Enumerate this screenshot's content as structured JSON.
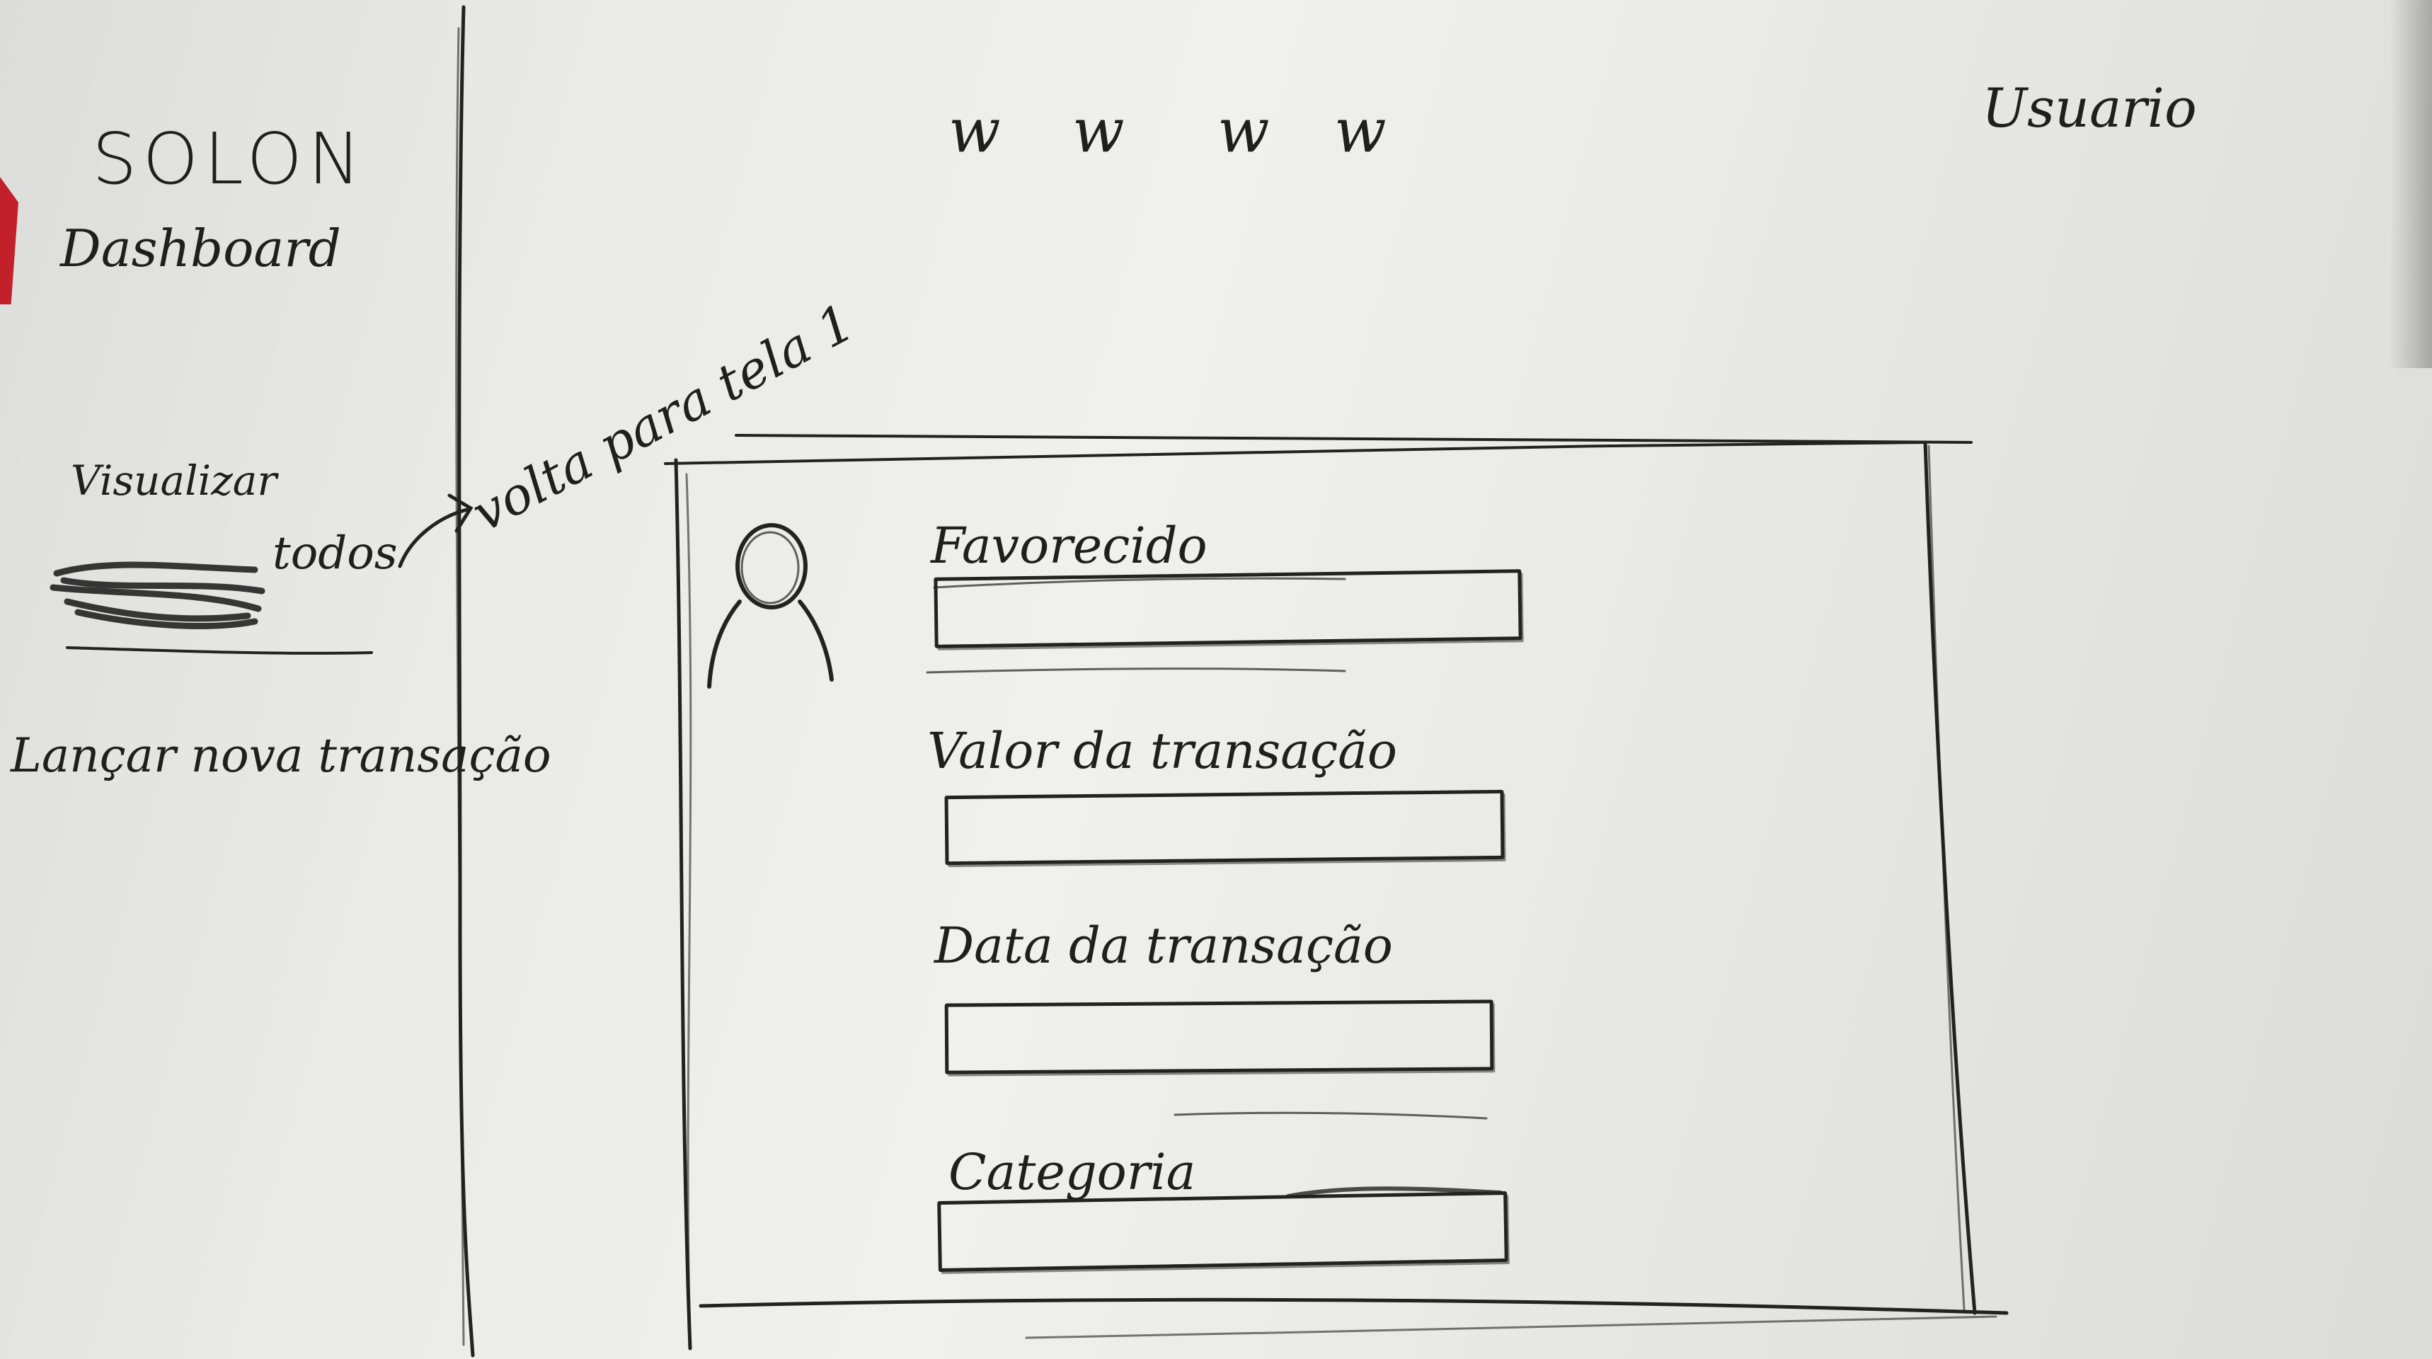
{
  "brand": {
    "title": "SOLON",
    "subtitle": "Dashboard"
  },
  "sidebar": {
    "items": [
      {
        "label": "Visualizar"
      },
      {
        "label": "todos",
        "note": "volta para tela 1"
      },
      {
        "label": "Lançar nova transação"
      }
    ]
  },
  "topbar": {
    "menu_items": [
      "w",
      "w",
      "w",
      "w"
    ],
    "user_label": "Usuario"
  },
  "form": {
    "avatar_icon": "user-icon",
    "fields": [
      {
        "label": "Favorecido",
        "value": "",
        "placeholder": ""
      },
      {
        "label": "Valor da transação",
        "value": "",
        "placeholder": ""
      },
      {
        "label": "Data da transação",
        "value": "",
        "placeholder": ""
      },
      {
        "label": "Categoria",
        "value": "",
        "placeholder": ""
      }
    ]
  },
  "colors": {
    "ink": "#1f1f1f",
    "paper": "#ececea",
    "tape_red": "#c2202a"
  }
}
